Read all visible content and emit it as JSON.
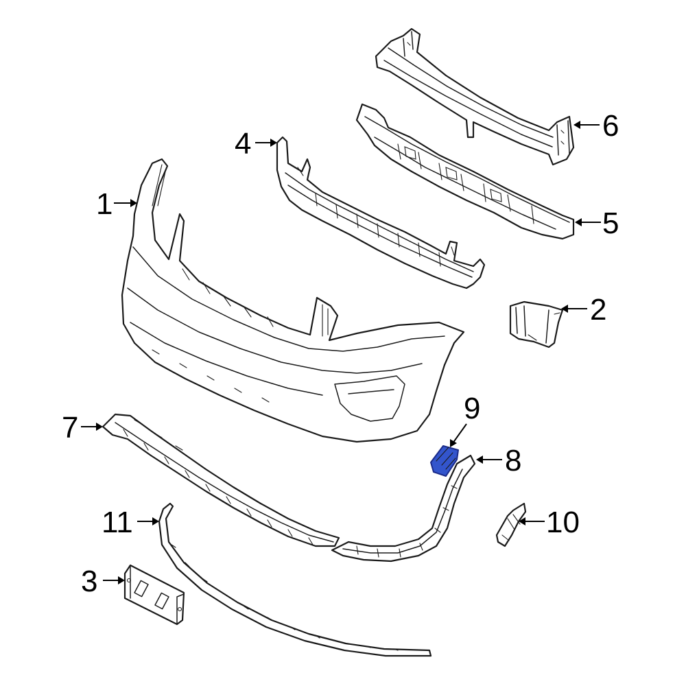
{
  "callouts": [
    {
      "id": "c1",
      "label": "1"
    },
    {
      "id": "c2",
      "label": "2"
    },
    {
      "id": "c3",
      "label": "3"
    },
    {
      "id": "c4",
      "label": "4"
    },
    {
      "id": "c5",
      "label": "5"
    },
    {
      "id": "c6",
      "label": "6"
    },
    {
      "id": "c7",
      "label": "7"
    },
    {
      "id": "c8",
      "label": "8"
    },
    {
      "id": "c9",
      "label": "9"
    },
    {
      "id": "c10",
      "label": "10"
    },
    {
      "id": "c11",
      "label": "11"
    }
  ],
  "colors": {
    "line": "#1a1a1a",
    "highlight_fill": "#3355cc",
    "highlight_stroke": "#1a2a88",
    "background": "#ffffff"
  }
}
